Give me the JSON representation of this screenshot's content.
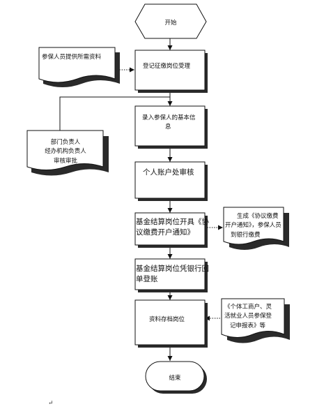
{
  "nodes": {
    "start": "开始",
    "register": "登记征缴岗位受理",
    "materials": "参保人员提供所需资料",
    "input": [
      "录入参保人的基本信",
      "息"
    ],
    "approve": [
      "部门负责人",
      "经办机构负责人",
      "审核审批"
    ],
    "audit": "个人账户处审核",
    "notice": [
      "基金结算岗位开具《协",
      "议缴费开户通知》"
    ],
    "notice_note": [
      "生成《协议缴费",
      "开户通知》，参保人员",
      "到银行缴费"
    ],
    "bank": [
      "基金结算岗位凭银行回",
      "单登账"
    ],
    "archive": "资料存档岗位",
    "archive_note": [
      "《个体工商户、灵",
      "活就业人员参保登",
      "记申报表》等"
    ],
    "end": "结束"
  },
  "paragraph_mark": "↵"
}
